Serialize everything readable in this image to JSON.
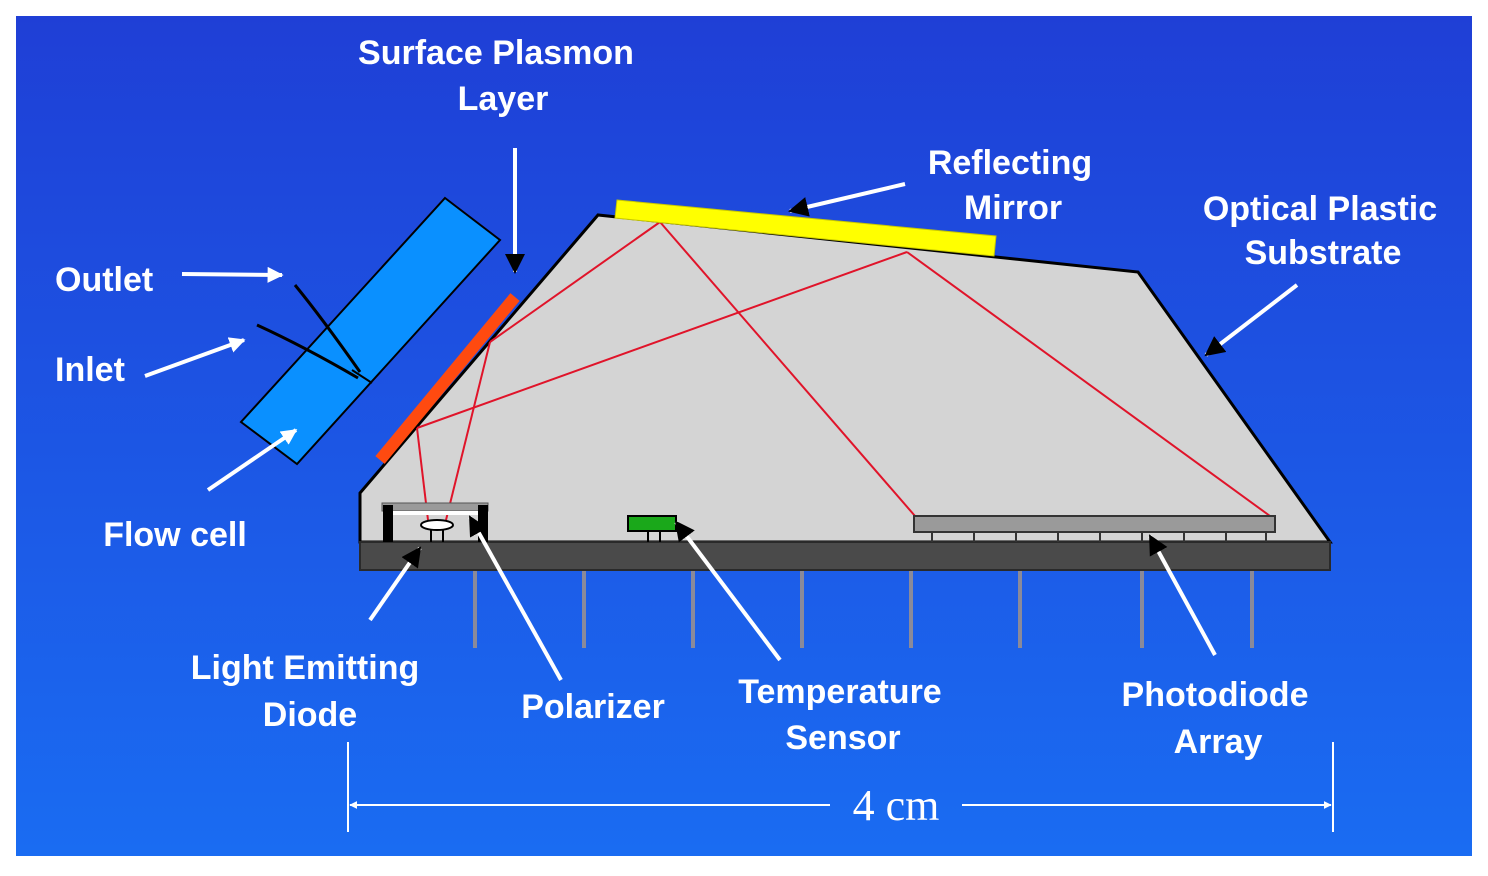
{
  "labels": {
    "surface_plasmon_1": "Surface Plasmon",
    "surface_plasmon_2": "Layer",
    "reflecting_1": "Reflecting",
    "reflecting_2": "Mirror",
    "optical_1": "Optical Plastic",
    "optical_2": "Substrate",
    "outlet": "Outlet",
    "inlet": "Inlet",
    "flow_cell": "Flow cell",
    "led_1": "Light Emitting",
    "led_2": "Diode",
    "polarizer": "Polarizer",
    "temp_1": "Temperature",
    "temp_2": "Sensor",
    "photodiode_1": "Photodiode",
    "photodiode_2": "Array",
    "scale": "4 cm"
  },
  "colors": {
    "background_top": "#1f3fd6",
    "background_bottom": "#1a6cf2",
    "substrate": "#d4d4d4",
    "mirror": "#ffff00",
    "plasmon_layer": "#ff4a10",
    "flow_cell": "#0a90ff",
    "light_path": "#e0142a",
    "board": "#4a4a4a",
    "temperature_sensor": "#1aa81a",
    "photodiode": "#9a9a9a"
  }
}
